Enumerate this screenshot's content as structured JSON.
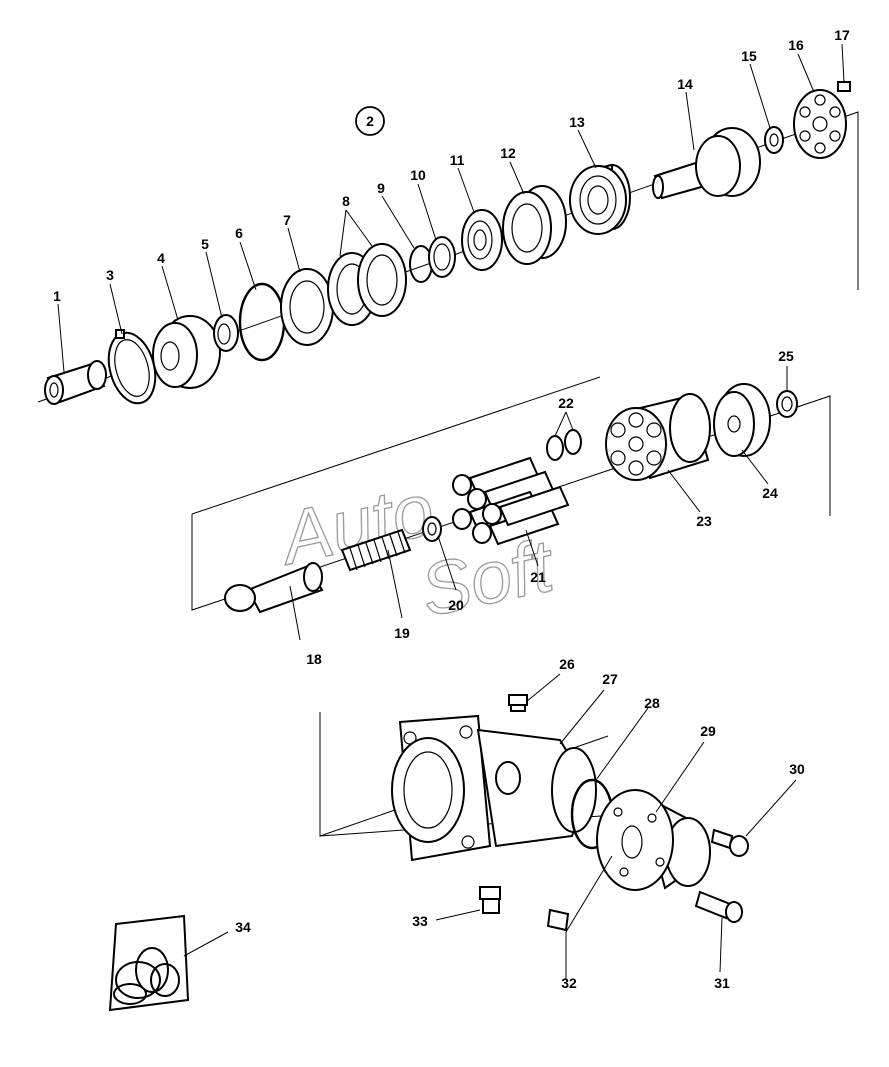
{
  "group_label": "2",
  "watermark": [
    "Auto",
    "Soft"
  ],
  "parts": [
    "1",
    "3",
    "4",
    "5",
    "6",
    "7",
    "8",
    "9",
    "10",
    "11",
    "12",
    "13",
    "14",
    "15",
    "16",
    "17",
    "18",
    "19",
    "20",
    "21",
    "22",
    "23",
    "24",
    "25",
    "26",
    "27",
    "28",
    "29",
    "30",
    "31",
    "32",
    "33",
    "34"
  ]
}
